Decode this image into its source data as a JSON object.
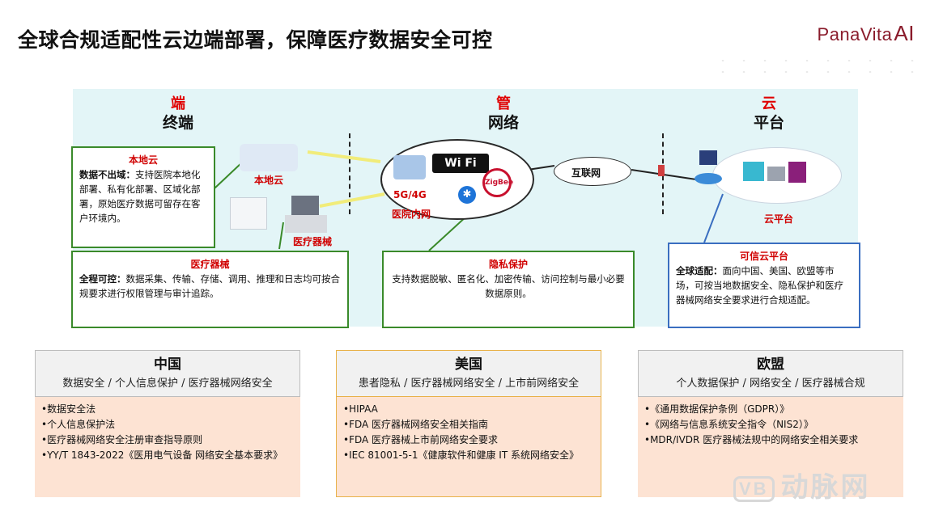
{
  "title": "全球合规适配性云边端部署，保障医疗数据安全可控",
  "brand": {
    "name": "PanaVita",
    "suffix": "AI"
  },
  "columns": [
    {
      "key": "端",
      "label": "终端"
    },
    {
      "key": "管",
      "label": "网络"
    },
    {
      "key": "云",
      "label": "平台"
    }
  ],
  "labels": {
    "local_cloud": "本地云",
    "medical_device": "医疗器械",
    "net_5g": "5G/4G",
    "hospital_net": "医院内网",
    "internet": "互联网",
    "cloud_platform": "云平台",
    "wifi": "Wi Fi",
    "zigbee": "ZigBee"
  },
  "boxes": {
    "local": {
      "title": "本地云",
      "lead": "数据不出域：",
      "text": "支持医院本地化部署、私有化部署、区域化部署，原始医疗数据可留存在客户环境内。"
    },
    "device": {
      "title": "医疗器械",
      "lead": "全程可控：",
      "text": "数据采集、传输、存储、调用、推理和日志均可按合规要求进行权限管理与审计追踪。"
    },
    "privacy": {
      "title": "隐私保护",
      "text": "支持数据脱敏、匿名化、加密传输、访问控制与最小必要数据原则。"
    },
    "trusted": {
      "title": "可信云平台",
      "lead": "全球适配：",
      "text": "面向中国、美国、欧盟等市场，可按当地数据安全、隐私保护和医疗器械网络安全要求进行合规适配。"
    }
  },
  "regions": [
    {
      "name": "中国",
      "sub": "数据安全 / 个人信息保护 / 医疗器械网络安全",
      "items": [
        "•数据安全法",
        "•个人信息保护法",
        "•医疗器械网络安全注册审查指导原则",
        "•YY/T 1843-2022《医用电气设备 网络安全基本要求》"
      ]
    },
    {
      "name": "美国",
      "sub": "患者隐私 / 医疗器械网络安全 / 上市前网络安全",
      "items": [
        "•HIPAA",
        "•FDA 医疗器械网络安全相关指南",
        "•FDA 医疗器械上市前网络安全要求",
        "•IEC 81001-5-1《健康软件和健康 IT 系统网络安全》"
      ]
    },
    {
      "name": "欧盟",
      "sub": "个人数据保护 / 网络安全 / 医疗器械合规",
      "items": [
        "•《通用数据保护条例（GDPR）》",
        "•《网络与信息系统安全指令（NIS2）》",
        "•MDR/IVDR 医疗器械法规中的网络安全相关要求"
      ]
    }
  ],
  "watermark": {
    "badge": "VB",
    "text": "动脉网"
  }
}
